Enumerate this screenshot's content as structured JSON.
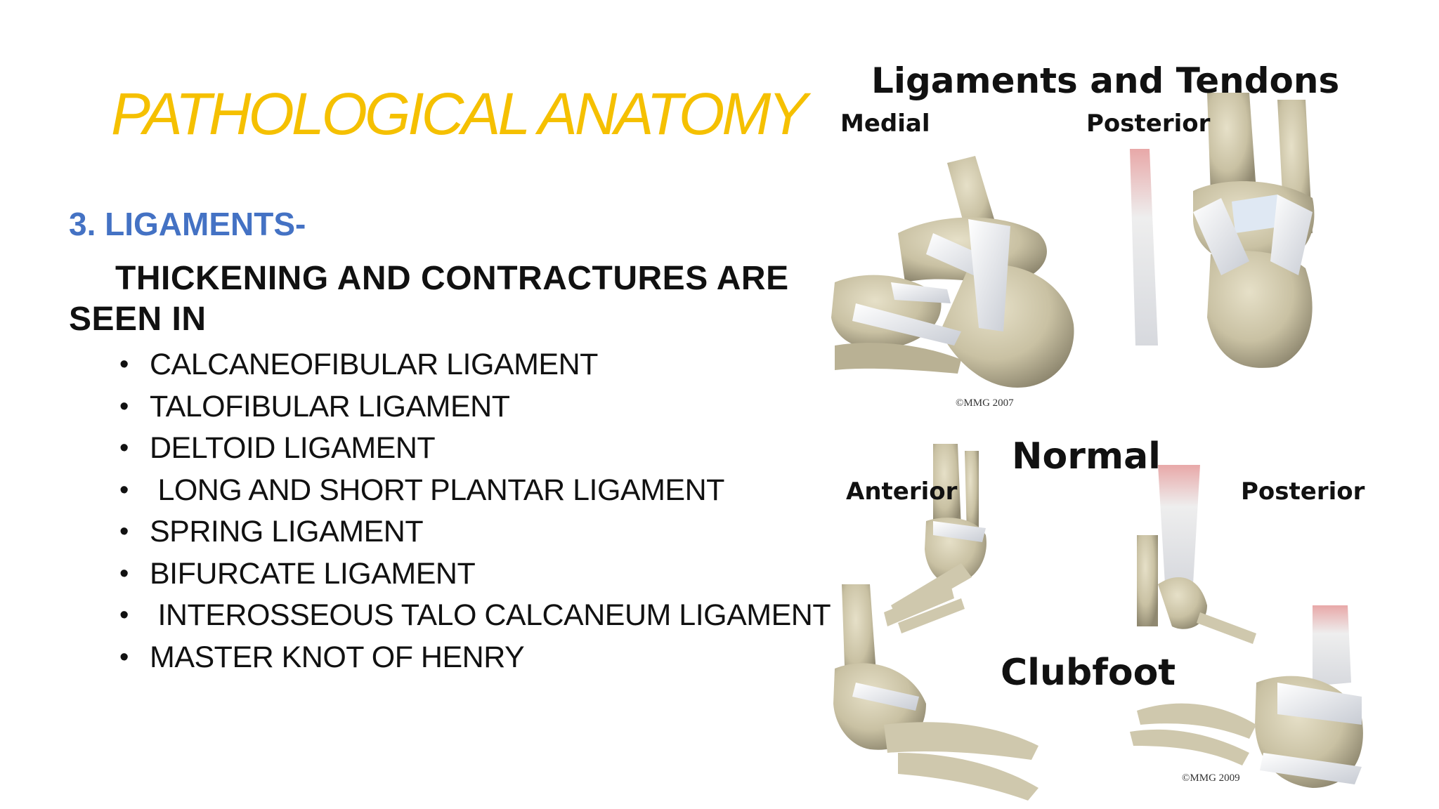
{
  "slide": {
    "title": "PATHOLOGICAL ANATOMY",
    "section_heading": "3. LIGAMENTS-",
    "intro": "THICKENING AND CONTRACTURES ARE SEEN IN",
    "bullet_glyph": "•",
    "items": [
      "CALCANEOFIBULAR LIGAMENT",
      "TALOFIBULAR LIGAMENT",
      "DELTOID LIGAMENT",
      " LONG AND SHORT PLANTAR LIGAMENT",
      "SPRING LIGAMENT",
      "BIFURCATE LIGAMENT",
      " INTEROSSEOUS TALO CALCANEUM LIGAMENT",
      "MASTER KNOT OF HENRY"
    ]
  },
  "figure": {
    "title": "Ligaments and Tendons",
    "top_labels": {
      "left": "Medial",
      "right": "Posterior"
    },
    "copyright_top": "©MMG 2007",
    "normal_label": "Normal",
    "bottom_labels": {
      "left": "Anterior",
      "right": "Posterior"
    },
    "clubfoot_label": "Clubfoot",
    "copyright_bottom": "©MMG 2009"
  },
  "colors": {
    "title": "#f5c000",
    "section_heading": "#4472c4",
    "body_text": "#111111",
    "bone": "#c9c1a3",
    "ligament": "#eef0f4"
  }
}
